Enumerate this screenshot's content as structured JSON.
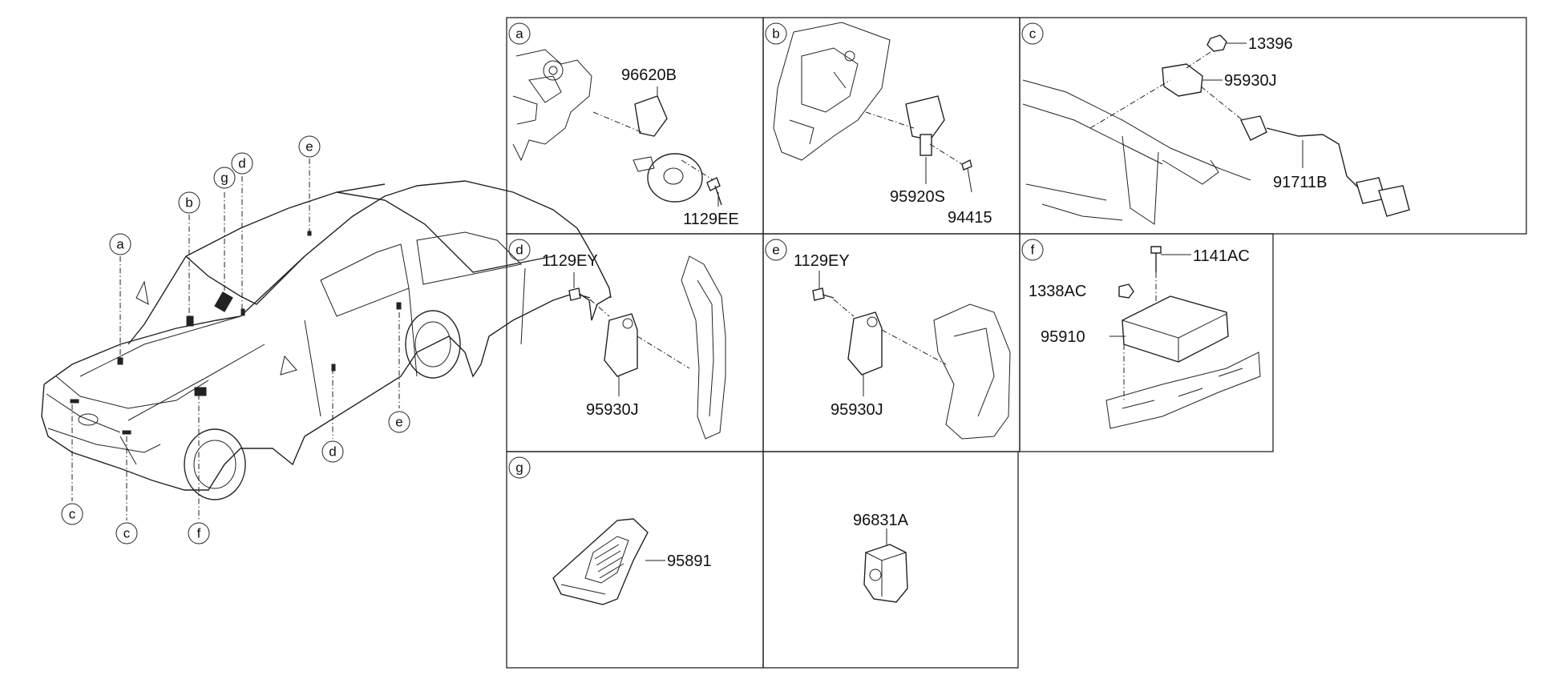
{
  "diagram": {
    "overview": {
      "callouts": [
        "a",
        "b",
        "g",
        "d",
        "e",
        "c",
        "c",
        "f",
        "d",
        "e"
      ]
    },
    "panels": [
      {
        "letter": "a",
        "parts": [
          "96620B",
          "1129EE"
        ]
      },
      {
        "letter": "b",
        "parts": [
          "95920S",
          "94415"
        ]
      },
      {
        "letter": "c",
        "parts": [
          "13396",
          "95930J",
          "91711B"
        ]
      },
      {
        "letter": "d",
        "parts": [
          "1129EY",
          "95930J"
        ]
      },
      {
        "letter": "e",
        "parts": [
          "1129EY",
          "95930J"
        ]
      },
      {
        "letter": "f",
        "parts": [
          "1141AC",
          "1338AC",
          "95910"
        ]
      },
      {
        "letter": "g",
        "parts": [
          "95891"
        ]
      },
      {
        "letter": "",
        "parts": [
          "96831A"
        ]
      }
    ]
  }
}
